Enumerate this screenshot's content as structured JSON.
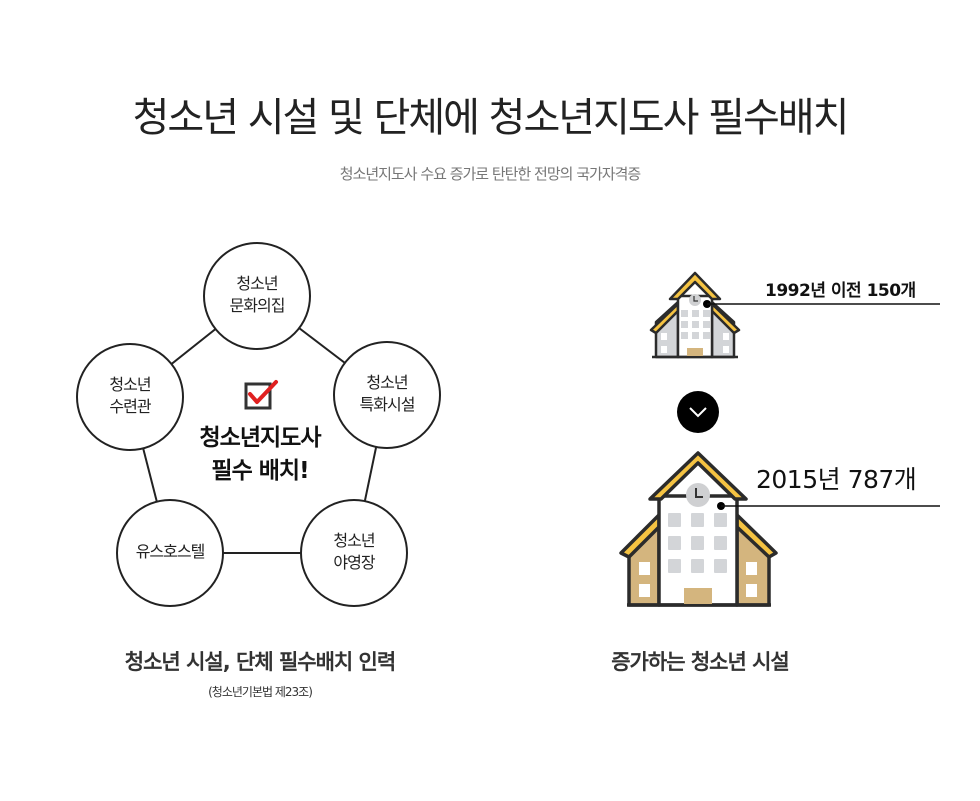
{
  "header": {
    "title": "청소년 시설 및 단체에 청소년지도사 필수배치",
    "subtitle": "청소년지도사 수요 증가로 탄탄한 전망의 국가자격증"
  },
  "diagram": {
    "center_line1": "청소년지도사",
    "center_line2": "필수 배치!",
    "center_icon": "checkbox-checked-icon",
    "nodes": [
      {
        "line1": "청소년",
        "line2": "문화의집"
      },
      {
        "line1": "청소년",
        "line2": "특화시설"
      },
      {
        "line1": "청소년",
        "line2": "야영장"
      },
      {
        "line1": "유스호스텔",
        "line2": ""
      },
      {
        "line1": "청소년",
        "line2": "수련관"
      }
    ],
    "caption": "청소년 시설, 단체 필수배치 인력",
    "caption_sub": "(청소년기본법 제23조)"
  },
  "growth": {
    "before_label": "1992년 이전 150개",
    "after_label": "2015년 787개",
    "arrow_icon": "chevron-down-icon",
    "caption": "증가하는 청소년 시설",
    "colors": {
      "roof": "#f5c342",
      "outline": "#2b2b2b",
      "wing_small": "#d3d5d8",
      "wing_big": "#d4b57e",
      "window": "#d3d5d8",
      "door": "#d4b57e",
      "check": "#e02020"
    }
  }
}
